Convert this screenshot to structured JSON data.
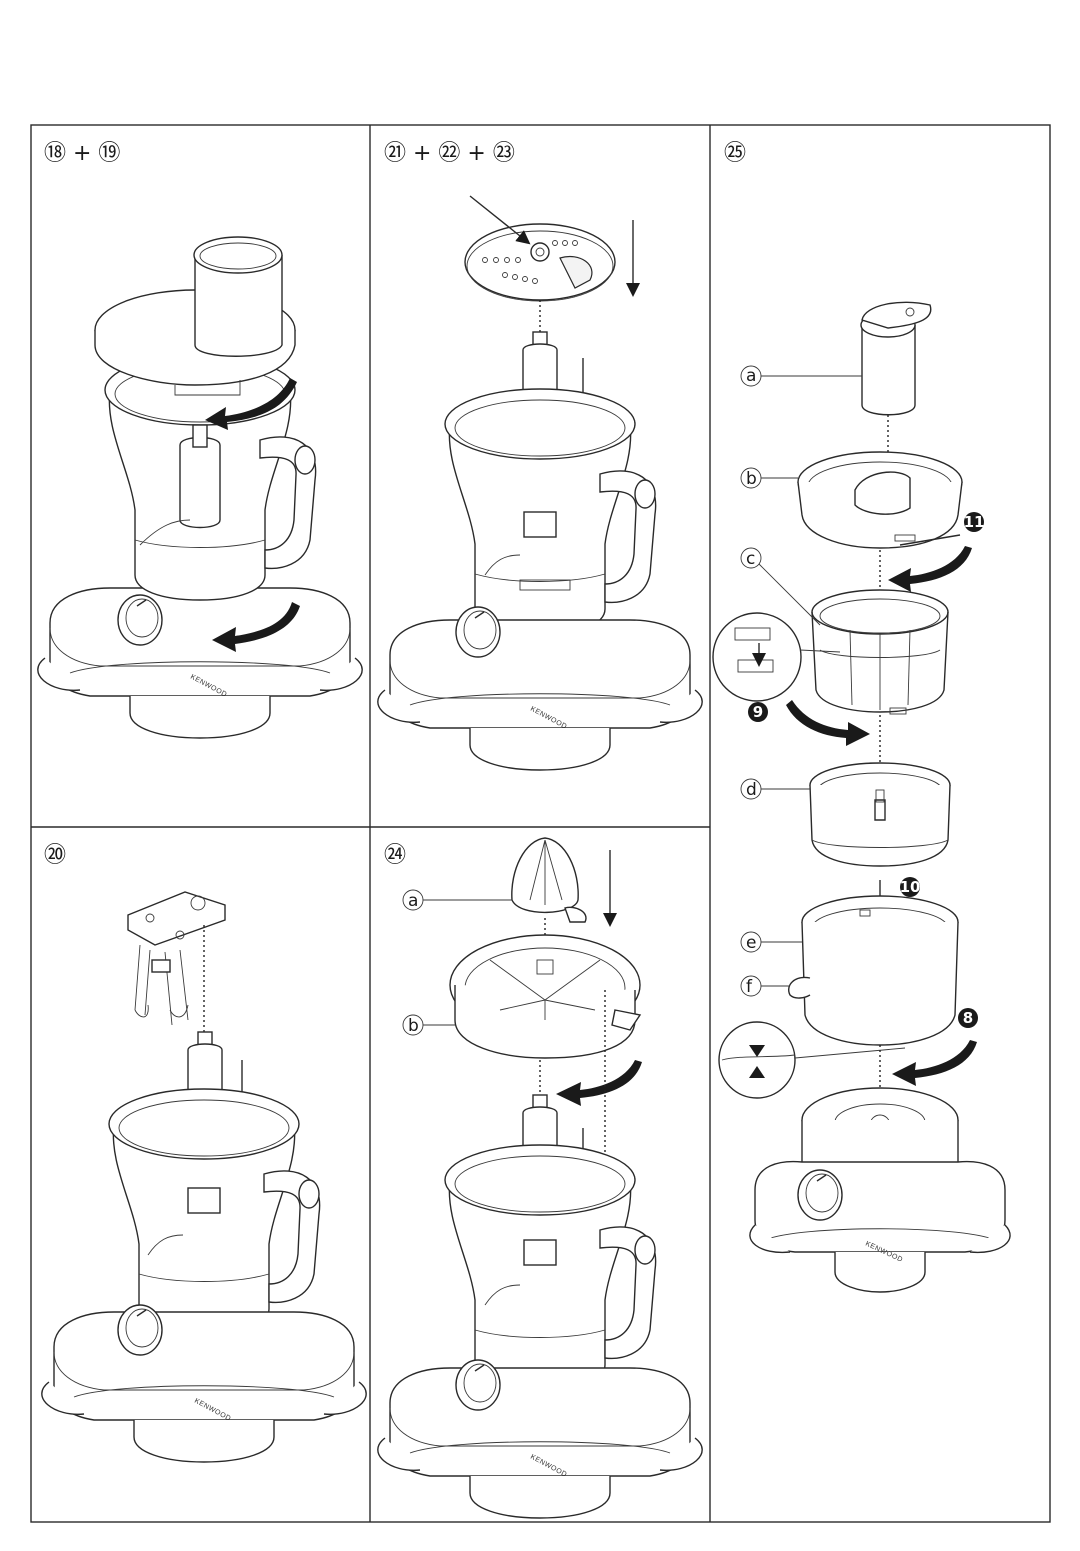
{
  "panels": {
    "p1": {
      "title": "⑱ + ⑲",
      "brand": "KENWOOD"
    },
    "p2": {
      "title": "㉑ + ㉒ + ㉓",
      "brand": "KENWOOD"
    },
    "p3": {
      "title": "㉕",
      "brand": "KENWOOD",
      "labels": {
        "a": "a",
        "b": "b",
        "c": "c",
        "d": "d",
        "e": "e",
        "f": "f"
      },
      "steps": {
        "s8": "8",
        "s9": "9",
        "s10": "10",
        "s11": "11"
      }
    },
    "p4": {
      "title": "⑳",
      "brand": "KENWOOD"
    },
    "p5": {
      "title": "㉔",
      "brand": "KENWOOD",
      "labels": {
        "a": "a",
        "b": "b"
      }
    }
  },
  "colors": {
    "line": "#2a2a2a",
    "arrow": "#1a1a1a",
    "background": "#ffffff"
  }
}
